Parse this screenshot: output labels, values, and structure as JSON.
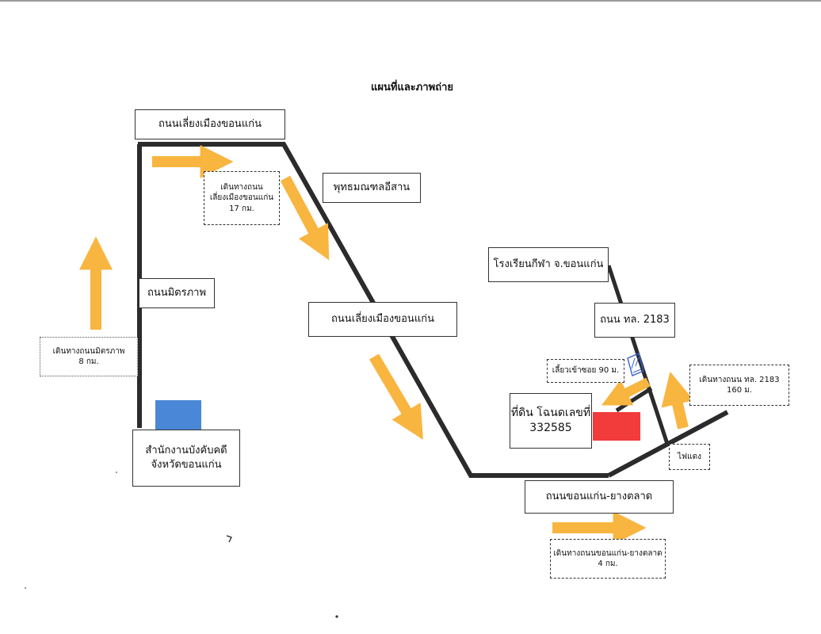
{
  "title": "แผนที่และภาพถ่าย",
  "colors": {
    "road": "#2b2b2b",
    "arrow": "#f8b53f",
    "office_marker": "#4a87d6",
    "land_marker": "#f23b3b",
    "stamp": "#3a5fc8"
  },
  "roads": {
    "bypass_top": "ถนนเลี่ยงเมืองขอนแก่น",
    "bypass_mid": "ถนนเลี่ยงเมืองขอนแก่น",
    "mittraphap": "ถนนมิตรภาพ",
    "khonkaen_yangtalat": "ถนนขอนแก่น-ยางตลาด",
    "route_2183": "ถนน ทล. 2183"
  },
  "places": {
    "buddhamonthon": "พุทธมณฑลอีสาน",
    "sports_school": "โรงเรียนกีฬา จ.ขอนแก่น",
    "office_line1": "สำนักงานบังคับคดี",
    "office_line2": "จังหวัดขอนแก่น",
    "land_line1": "ที่ดิน โฉนดเลขที่",
    "land_line2": "332585",
    "traffic_light": "ไฟแดง"
  },
  "directions": {
    "mittraphap_line1": "เดินทางถนนมิตรภาพ",
    "mittraphap_line2": "8 กม.",
    "bypass_line1": "เดินทางถนน",
    "bypass_line2": "เลี่ยงเมืองขอนแก่น",
    "bypass_line3": "17 กม.",
    "turn_soi": "เลี้ยวเข้าซอย 90 ม.",
    "r2183_line1": "เดินทางถนน ทล. 2183",
    "r2183_line2": "160 ม.",
    "yangtalat_line1": "เดินทางถนนขอนแก่น-ยางตลาด",
    "yangtalat_line2": "4 กม."
  }
}
